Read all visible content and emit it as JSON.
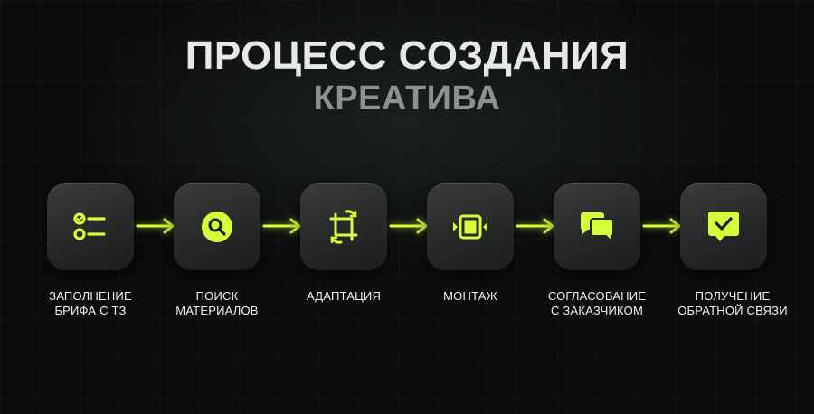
{
  "title": {
    "line1": "ПРОЦЕСС СОЗДАНИЯ",
    "line2": "КРЕАТИВА"
  },
  "colors": {
    "accent": "#d4ff3a",
    "background": "#0b0d0c",
    "tile": "#2a2d2c",
    "title_primary": "#e7e9e8",
    "title_secondary": "#8d9190"
  },
  "steps": [
    {
      "icon": "checklist-icon",
      "label_line1": "ЗАПОЛНЕНИЕ",
      "label_line2": "БРИФА С ТЗ"
    },
    {
      "icon": "magnifier-icon",
      "label_line1": "ПОИСК",
      "label_line2": "МАТЕРИАЛОВ"
    },
    {
      "icon": "crop-rotate-icon",
      "label_line1": "АДАПТАЦИЯ",
      "label_line2": ""
    },
    {
      "icon": "video-timeline-icon",
      "label_line1": "МОНТАЖ",
      "label_line2": ""
    },
    {
      "icon": "chat-bubbles-icon",
      "label_line1": "СОГЛАСОВАНИЕ",
      "label_line2": "С ЗАКАЗЧИКОМ"
    },
    {
      "icon": "message-check-icon",
      "label_line1": "ПОЛУЧЕНИЕ",
      "label_line2": "ОБРАТНОЙ СВЯЗИ"
    }
  ]
}
